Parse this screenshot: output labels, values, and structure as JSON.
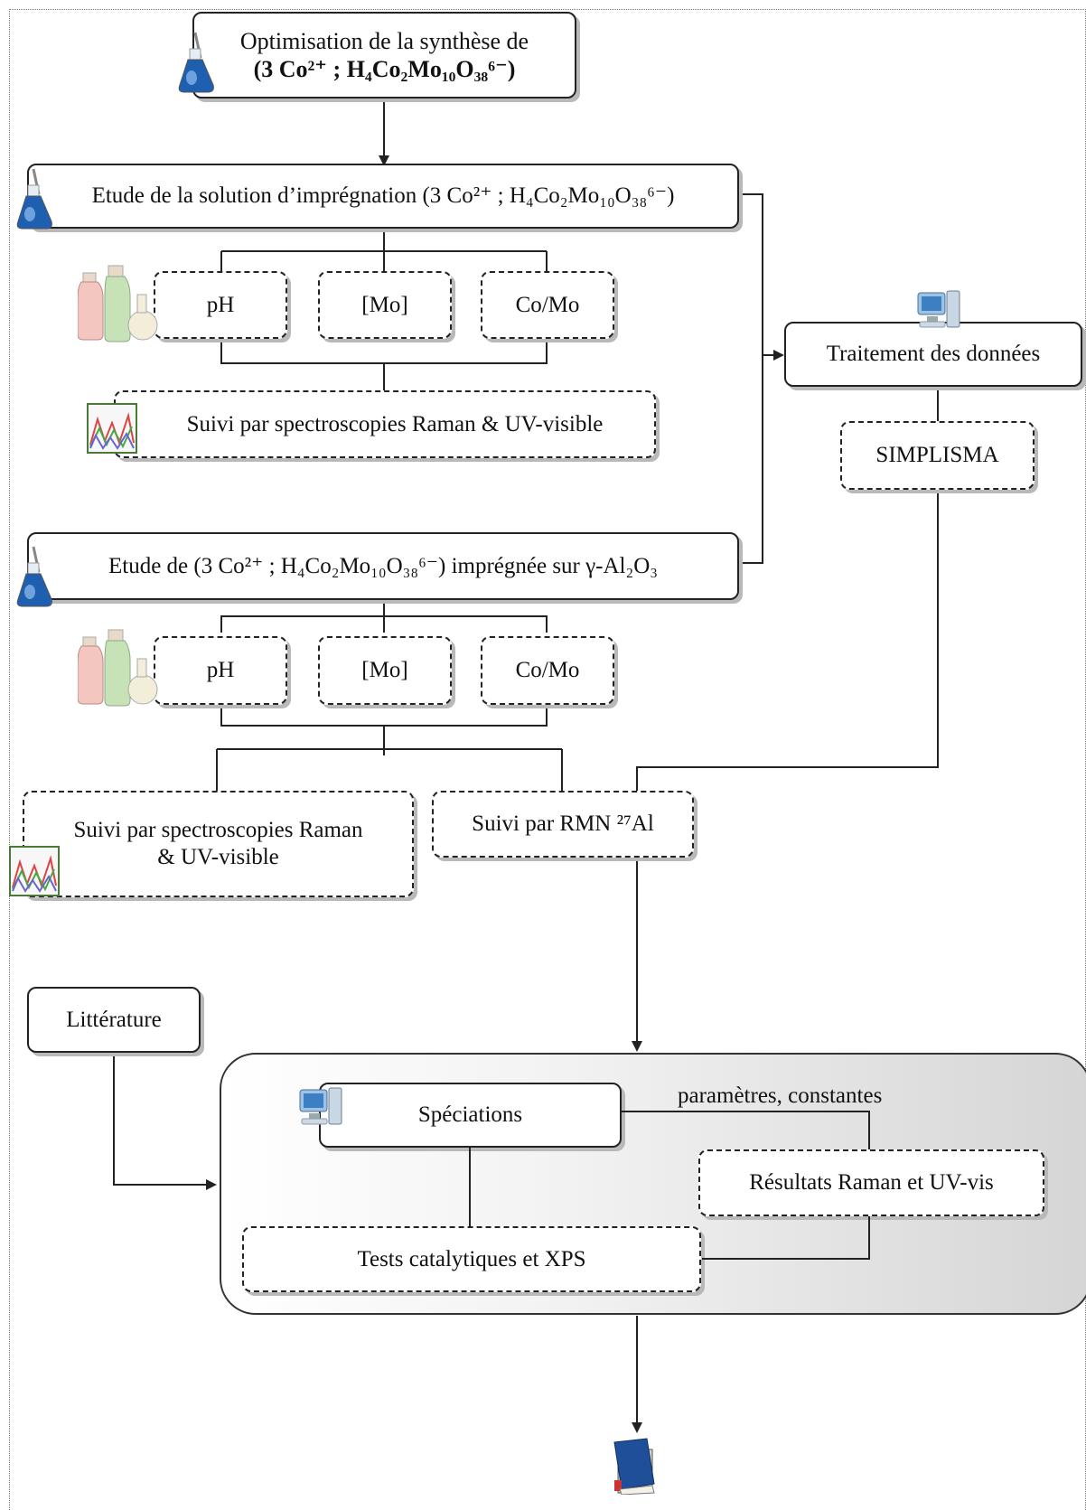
{
  "synthesis": {
    "line1": "Optimisation de la synthèse de",
    "line2": "(3 Co²⁺ ; H₄Co₂Mo₁₀O₃₈⁶⁻)"
  },
  "solution_study": {
    "text": "Etude de la solution d’imprégnation (3 Co²⁺ ; H₄Co₂Mo₁₀O₃₈⁶⁻)"
  },
  "solution_params": [
    "pH",
    "[Mo]",
    "Co/Mo"
  ],
  "solution_monitoring": {
    "text": "Suivi par spectroscopies Raman & UV-visible"
  },
  "impregnated_study": {
    "text": "Etude de (3 Co²⁺ ; H₄Co₂Mo₁₀O₃₈⁶⁻) imprégnée sur γ-Al₂O₃"
  },
  "impregnated_params": [
    "pH",
    "[Mo]",
    "Co/Mo"
  ],
  "impregnated_monitoring": {
    "line1": "Suivi par spectroscopies Raman",
    "line2": "& UV-visible"
  },
  "nmr_monitoring": {
    "text": "Suivi par RMN ²⁷Al"
  },
  "data_processing": {
    "text": "Traitement des données"
  },
  "simplisma": {
    "text": "SIMPLISMA"
  },
  "literature": {
    "text": "Littérature"
  },
  "speciations": {
    "text": "Spéciations"
  },
  "parameters_label": {
    "text": "paramètres, constantes"
  },
  "raman_results": {
    "text": "Résultats Raman et UV-vis"
  },
  "catalytic_tests": {
    "text": "Tests catalytiques et XPS"
  },
  "icons": [
    "flask-icon",
    "bottles-icon",
    "spectrum-icon",
    "computer-icon",
    "book-icon"
  ],
  "colors": {
    "flask_blue": "#1f5fb0",
    "box_shadow": "#b9b9b9",
    "panel_gray": "#d5d5d5",
    "book_blue": "#1e4f98"
  }
}
